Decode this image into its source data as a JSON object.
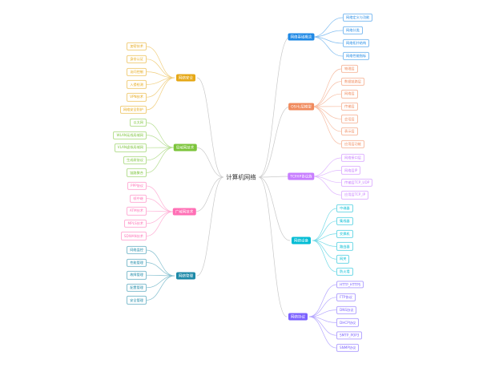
{
  "root": {
    "label": "计算机网络"
  },
  "branches": [
    {
      "id": "basics",
      "side": "right",
      "label": "网络基础概念",
      "color": "#1e88e5",
      "leaves": [
        "网络定义与功能",
        "网络分类",
        "网络拓扑结构",
        "网络性能指标"
      ]
    },
    {
      "id": "osi",
      "side": "right",
      "label": "OSI七层模型",
      "color": "#f08a5d",
      "leaves": [
        "物理层",
        "数据链路层",
        "网络层",
        "传输层",
        "会话层",
        "表示层",
        "应用层功能"
      ]
    },
    {
      "id": "tcpip",
      "side": "right",
      "label": "TCP/IP协议族",
      "color": "#c77dff",
      "leaves": [
        "网络接口层",
        "网络层IP",
        "传输层TCP_UDP",
        "应用层TCP_IP"
      ]
    },
    {
      "id": "devices",
      "side": "right",
      "label": "网络设备",
      "color": "#00bcd4",
      "leaves": [
        "中继器",
        "集线器",
        "交换机",
        "路由器",
        "网关",
        "防火墙"
      ]
    },
    {
      "id": "protocols",
      "side": "right",
      "label": "网络协议",
      "color": "#7b61ff",
      "leaves": [
        "HTTP_HTTPS",
        "FTP协议",
        "DNS协议",
        "DHCP协议",
        "SMTP_POP3",
        "SNMP协议"
      ]
    },
    {
      "id": "security",
      "side": "left",
      "label": "网络安全",
      "color": "#e6a817",
      "leaves": [
        "加密技术",
        "身份认证",
        "访问控制",
        "入侵检测",
        "VPN技术",
        "网络安全防护"
      ]
    },
    {
      "id": "lan",
      "side": "left",
      "label": "局域网技术",
      "color": "#7cc43b",
      "leaves": [
        "以太网",
        "WLAN无线局域网",
        "VLAN虚拟局域网",
        "生成树协议",
        "链路聚合"
      ]
    },
    {
      "id": "wan",
      "side": "left",
      "label": "广域网技术",
      "color": "#ff6fb5",
      "leaves": [
        "PPP协议",
        "帧中继",
        "ATM技术",
        "MPLS技术",
        "SDWAN技术"
      ]
    },
    {
      "id": "mgmt",
      "side": "left",
      "label": "网络管理",
      "color": "#1e8aa8",
      "leaves": [
        "网络监控",
        "性能管理",
        "故障管理",
        "配置管理",
        "安全管理"
      ]
    }
  ]
}
